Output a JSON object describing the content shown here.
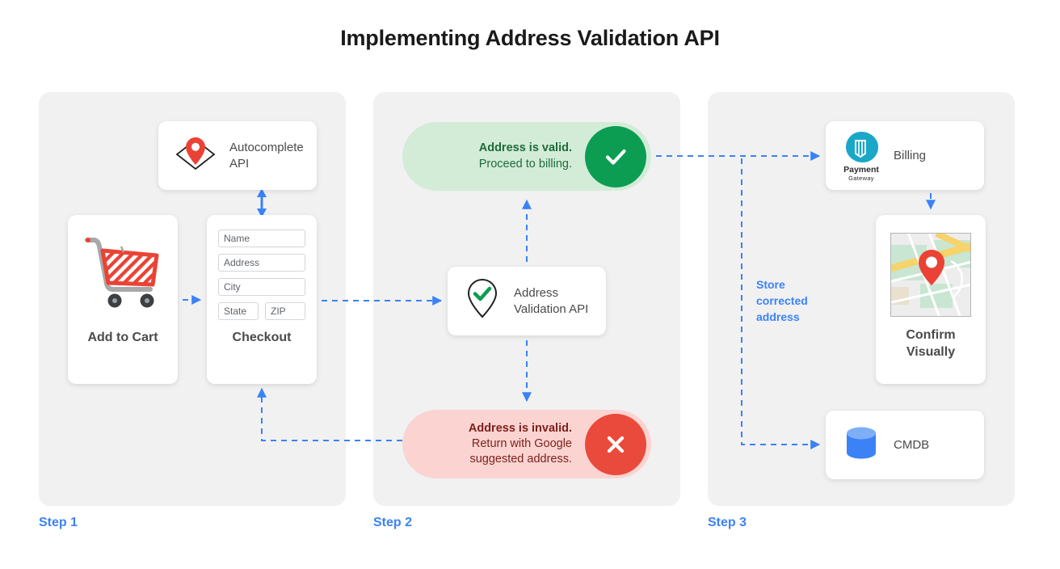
{
  "title": "Implementing Address Validation API",
  "accent": {
    "blue": "#3b82f6",
    "green": "#0c9d52",
    "red": "#ea4a3c",
    "panel_bg": "#f1f1f1"
  },
  "steps": [
    {
      "label": "Step 1"
    },
    {
      "label": "Step 2"
    },
    {
      "label": "Step 3"
    }
  ],
  "step1": {
    "autocomplete": {
      "label_line1": "Autocomplete",
      "label_line2": "API",
      "icon": "map-pin-diamond-icon"
    },
    "cart": {
      "label": "Add to Cart",
      "icon": "shopping-cart-icon"
    },
    "checkout": {
      "label": "Checkout",
      "fields": [
        {
          "name": "name",
          "value": "Name"
        },
        {
          "name": "address",
          "value": "Address"
        },
        {
          "name": "city",
          "value": "City"
        },
        {
          "name": "state",
          "value": "State"
        },
        {
          "name": "zip",
          "value": "ZIP"
        }
      ]
    }
  },
  "step2": {
    "valid": {
      "line1": "Address is valid.",
      "line2": "Proceed to billing.",
      "icon": "check-icon"
    },
    "invalid": {
      "line1": "Address is invalid.",
      "line2": "Return with Google",
      "line3": "suggested address.",
      "icon": "close-icon"
    },
    "validation_api": {
      "label_line1": "Address",
      "label_line2": "Validation API",
      "icon": "pin-check-icon"
    }
  },
  "step3": {
    "billing": {
      "label": "Billing",
      "logo_line1": "Payment",
      "logo_line2": "Gateway",
      "icon": "payment-gateway-icon"
    },
    "map": {
      "label_line1": "Confirm",
      "label_line2": "Visually",
      "icon": "map-thumbnail-icon"
    },
    "cmdb": {
      "label": "CMDB",
      "icon": "database-icon"
    },
    "store_note": "Store corrected address"
  }
}
